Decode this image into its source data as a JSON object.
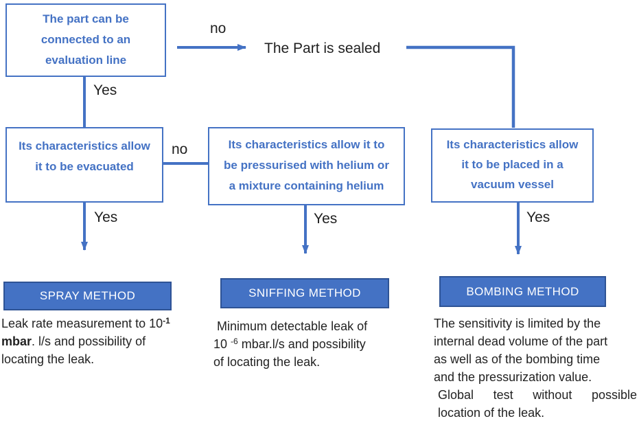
{
  "colors": {
    "accent_blue": "#4472C4",
    "method_fill": "#4472C4",
    "method_border": "#2E5395",
    "text_black": "#1F1F1F",
    "method_text": "#FFFFFF"
  },
  "flowchart": {
    "decisions": [
      {
        "lines": [
          "The part can be",
          "connected to an",
          "evaluation line"
        ]
      },
      {
        "lines": [
          "Its characteristics allow",
          "it to be evacuated"
        ]
      },
      {
        "lines": [
          "Its characteristics allow it to",
          "be pressurised with helium or",
          "a mixture containing helium"
        ]
      },
      {
        "lines": [
          "Its characteristics allow",
          "it to be placed in a",
          "vacuum vessel"
        ]
      }
    ],
    "sealed_label": "The Part is sealed",
    "edges": {
      "no_sealed": "no",
      "yes_evacuate": "Yes",
      "no_pressurise": "no",
      "yes_spray": "Yes",
      "yes_sniff": "Yes",
      "yes_bomb": "Yes"
    },
    "methods": [
      {
        "title": "SPRAY METHOD",
        "desc": {
          "l1a": "Leak rate measurement to 10",
          "l1sup": "-1",
          "l2b": "mbar",
          "l2a": ". l/s and possibility of",
          "l3": "locating the leak."
        }
      },
      {
        "title": "SNIFFING METHOD",
        "desc": {
          "l1": "Minimum detectable leak of",
          "l2a": "10 ",
          "l2sup": "-6",
          "l2b": " mbar.l/s and possibility",
          "l3": "of locating the leak."
        }
      },
      {
        "title": "BOMBING METHOD",
        "desc": {
          "l1": "The sensitivity is limited by the",
          "l2": "internal dead volume of the part",
          "l3": "as well as of the bombing time",
          "l4": "and the pressurization value.",
          "l5": "Global test without possible",
          "l6": "location of the leak."
        }
      }
    ]
  }
}
